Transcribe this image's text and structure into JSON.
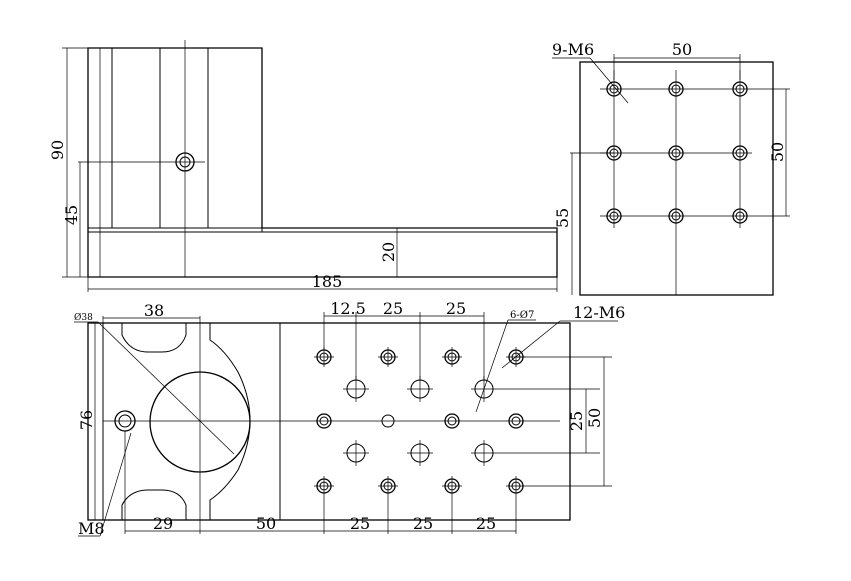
{
  "drawing": {
    "side_view": {
      "dim_overall_height": "90",
      "dim_hole_height": "45",
      "dim_base_thickness": "20",
      "dim_overall_length": "185"
    },
    "end_view": {
      "callout_holes": "9-M6",
      "dim_hole_spacing_horizontal": "50",
      "dim_hole_spacing_vertical": "50",
      "dim_center_height": "55"
    },
    "top_view": {
      "dim_bore_diameter": "Ø38",
      "dim_bore_width": "38",
      "dim_first_offset": "12.5",
      "dim_pitch_top_1": "25",
      "dim_pitch_top_2": "25",
      "callout_through_holes": "6-Ø7",
      "callout_tapped_holes": "12-M6",
      "dim_width": "76",
      "dim_pitch_right_small": "25",
      "dim_pitch_right_large": "50",
      "callout_mount_hole": "M8",
      "dim_bottom_1": "29",
      "dim_bottom_2": "50",
      "dim_bottom_3": "25",
      "dim_bottom_4": "25",
      "dim_bottom_5": "25"
    }
  }
}
